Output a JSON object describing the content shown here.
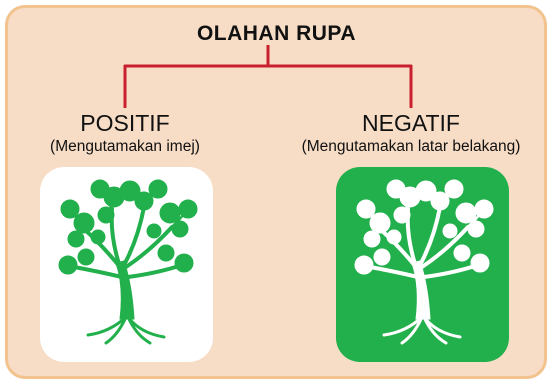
{
  "diagram": {
    "title": "OLAHAN RUPA",
    "colors": {
      "panel_background": "#f7dcc6",
      "panel_border": "#f2c28f",
      "connector": "#c8202f",
      "tree_green": "#22b04c",
      "white": "#ffffff"
    },
    "branches": [
      {
        "label": "POSITIF",
        "description": "(Mengutamakan imej)",
        "image": "green-tree-on-white"
      },
      {
        "label": "NEGATIF",
        "description": "(Mengutamakan latar belakang)",
        "image": "white-tree-on-green"
      }
    ]
  }
}
